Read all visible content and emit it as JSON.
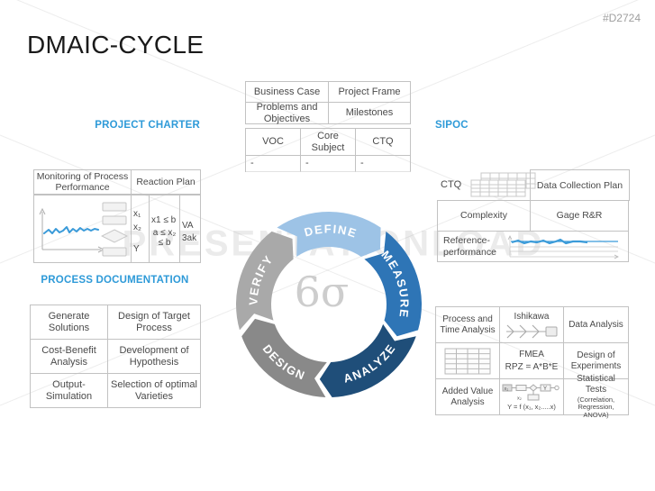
{
  "slide": {
    "title": "DMAIC-CYCLE",
    "code": "#D2724",
    "watermark": "PRESENTATIONLOAD"
  },
  "colors": {
    "heading_blue": "#2E9AD8",
    "sparkline_blue": "#3B9BD9",
    "define": "#9DC3E6",
    "measure": "#2E75B6",
    "analyze": "#1F4E79",
    "design": "#898989",
    "verify": "#A9A9A9"
  },
  "icons": {
    "ctq": "table-grid-icon",
    "fmea": "table-grid-icon",
    "ishikawa": "fishbone-icon",
    "reference": "line-chart-icon",
    "monitoring": "control-chart-icon",
    "flow_shapes": "flowchart-shapes-icon",
    "added_value": "process-flow-icon"
  },
  "define_area": {
    "charter_table": {
      "rows": [
        [
          "Business Case",
          "Project Frame"
        ],
        [
          "Problems and Objectives",
          "Milestones"
        ]
      ]
    },
    "voc_table": {
      "header": [
        "VOC",
        "Core Subject",
        "CTQ"
      ],
      "values": [
        "-",
        "-",
        "-"
      ]
    }
  },
  "project_charter": {
    "heading": "PROJECT CHARTER",
    "table": {
      "col1_header": "Monitoring of Process Performance",
      "col2_header": "Reaction Plan",
      "vars": [
        "x₁",
        "x₂",
        "Y"
      ],
      "conditions": [
        "x1 ≤ b",
        "a ≤ x₂ ≤ b"
      ],
      "actions": [
        "VA",
        "3ak"
      ]
    }
  },
  "process_documentation": {
    "heading": "PROCESS DOCUMENTATION",
    "rows": [
      [
        "Generate Solutions",
        "Design of Target Process"
      ],
      [
        "Cost-Benefit Analysis",
        "Development of Hypothesis"
      ],
      [
        "Output-Simulation",
        "Selection of optimal Varieties"
      ]
    ]
  },
  "sipoc": {
    "heading": "SIPOC",
    "ctq_label": "CTQ",
    "row1_right": "Data Collection Plan",
    "row2": [
      "Complexity",
      "Gage R&R"
    ],
    "row3_label": "Reference-performance"
  },
  "analyze_area": {
    "row1": [
      "Process and Time Analysis",
      "Ishikawa",
      "Data Analysis"
    ],
    "row2_title": "FMEA",
    "row2_formula": "RPZ = A*B*E",
    "row2_right": "Design of Experiments",
    "row3_left": "Added Value Analysis",
    "row3_mid_labels": {
      "x1": "x₁",
      "x2": "x₂",
      "y": "Y"
    },
    "row3_mid_formula": "Y = f (x₁, x₂.....x)",
    "row3_right_main": "Statistical Tests",
    "row3_right_sub": "(Correlation, Regression, ANOVA)"
  },
  "cycle": {
    "center_label": "6σ",
    "segments": [
      {
        "label": "DEFINE",
        "color": "#9DC3E6",
        "start": -36,
        "end": 36,
        "flip": false
      },
      {
        "label": "MEASURE",
        "color": "#2E75B6",
        "start": 36,
        "end": 108,
        "flip": false
      },
      {
        "label": "ANALYZE",
        "color": "#1F4E79",
        "start": 108,
        "end": 180,
        "flip": true
      },
      {
        "label": "DESIGN",
        "color": "#898989",
        "start": 180,
        "end": 252,
        "flip": true
      },
      {
        "label": "VERIFY",
        "color": "#A9A9A9",
        "start": 252,
        "end": 324,
        "flip": false
      }
    ]
  }
}
